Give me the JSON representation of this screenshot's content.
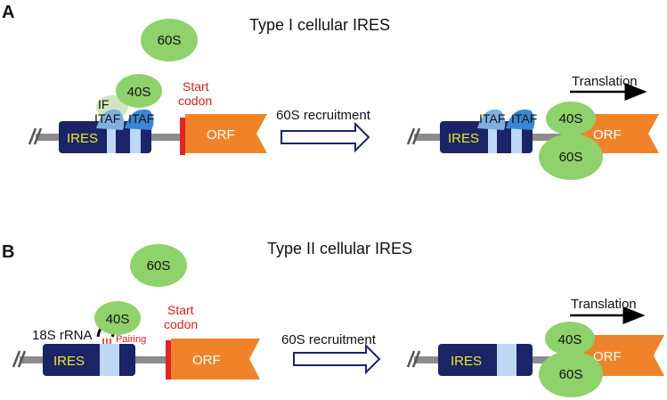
{
  "panel_a": {
    "letter": "A",
    "title": "Type I cellular IRES",
    "subunit_60s": "60S",
    "subunit_40s": "40S",
    "if_label": "IF",
    "itaf_1": "ITAF",
    "itaf_2": "ITAF",
    "ires_label": "IRES",
    "start_codon_1": "Start",
    "start_codon_2": "codon",
    "orf_label": "ORF",
    "arrow_label": "60S recruitment",
    "translation_label": "Translation",
    "result_itaf_1": "ITAF",
    "result_itaf_2": "ITAF",
    "result_ires_label": "IRES",
    "result_40s": "40S",
    "result_60s": "60S",
    "result_orf_label": "ORF"
  },
  "panel_b": {
    "letter": "B",
    "title": "Type II cellular IRES",
    "subunit_60s": "60S",
    "subunit_40s": "40S",
    "rrna_label": "18S rRNA",
    "pairing_label": "Pairing",
    "ires_label": "IRES",
    "start_codon_1": "Start",
    "start_codon_2": "codon",
    "orf_label": "ORF",
    "arrow_label": "60S recruitment",
    "translation_label": "Translation",
    "result_ires_label": "IRES",
    "result_40s": "40S",
    "result_60s": "60S",
    "result_orf_label": "ORF"
  },
  "colors": {
    "ires_box": "#1a2466",
    "ires_text": "#f2e626",
    "ribosome": "#8fd16a",
    "orf": "#f0832a",
    "start_codon": "#e02424",
    "mrna": "#8c8c8c",
    "itaf": "#3a86d4",
    "light_band": "#bcd8f2",
    "arrow_outline": "#1a2466"
  }
}
